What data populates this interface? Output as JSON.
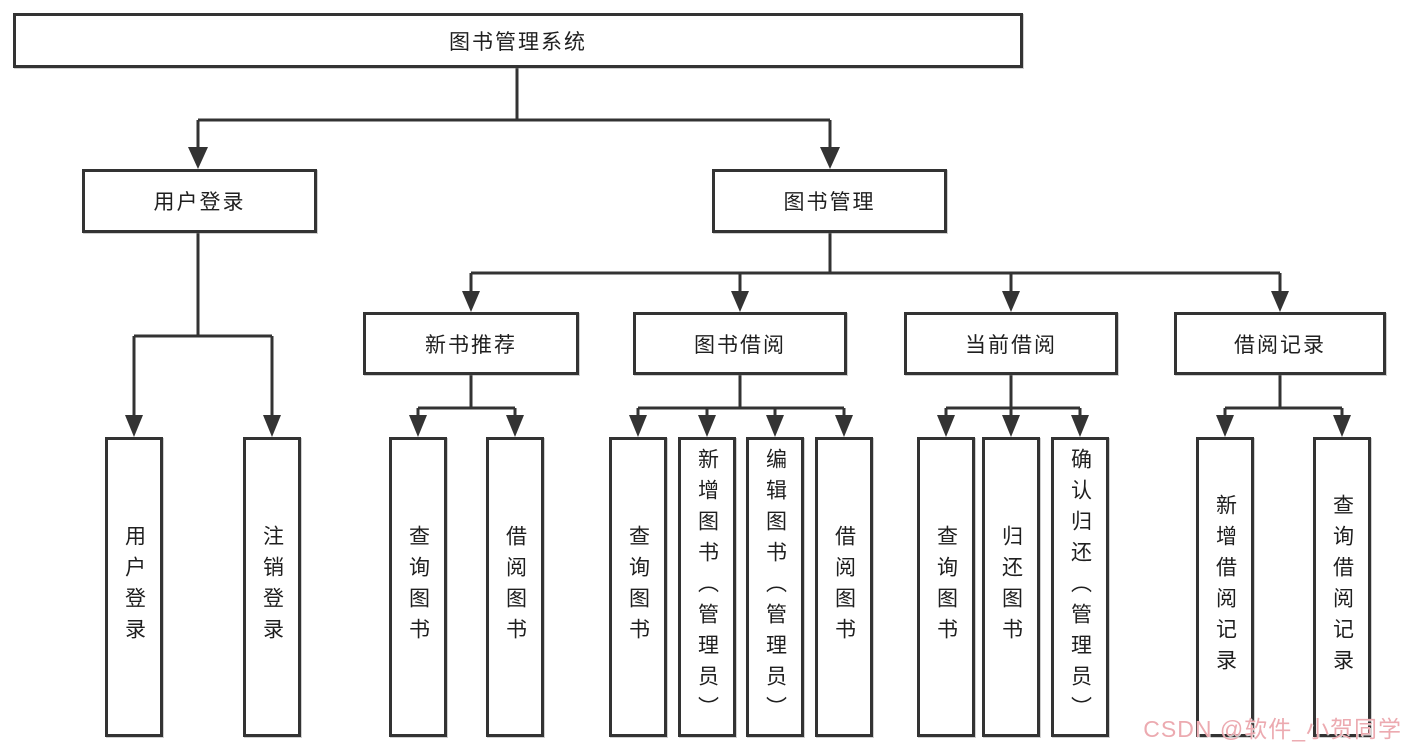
{
  "diagram_type": "hierarchy-tree",
  "tree": {
    "label": "图书管理系统",
    "children": [
      {
        "label": "用户登录",
        "children": [
          {
            "label": "用户登录"
          },
          {
            "label": "注销登录"
          }
        ]
      },
      {
        "label": "图书管理",
        "children": [
          {
            "label": "新书推荐",
            "children": [
              {
                "label": "查询图书"
              },
              {
                "label": "借阅图书"
              }
            ]
          },
          {
            "label": "图书借阅",
            "children": [
              {
                "label": "查询图书"
              },
              {
                "label": "新增图书（管理员）"
              },
              {
                "label": "编辑图书（管理员）"
              },
              {
                "label": "借阅图书"
              }
            ]
          },
          {
            "label": "当前借阅",
            "children": [
              {
                "label": "查询图书"
              },
              {
                "label": "归还图书"
              },
              {
                "label": "确认归还（管理员）"
              }
            ]
          },
          {
            "label": "借阅记录",
            "children": [
              {
                "label": "新增借阅记录"
              },
              {
                "label": "查询借阅记录"
              }
            ]
          }
        ]
      }
    ]
  },
  "watermark": {
    "text": "CSDN @软件_小贺同学"
  },
  "colors": {
    "line": "#333333",
    "box_border": "#333333",
    "box_fill": "#ffffff",
    "text": "#1f1f1f",
    "watermark": "#ecaab0",
    "background": "#ffffff"
  }
}
